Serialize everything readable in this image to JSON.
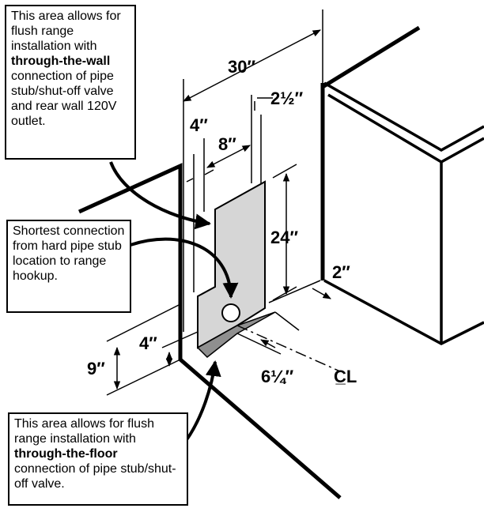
{
  "callouts": {
    "wall": {
      "before": "This area allows for flush range installation with",
      "bold": "through-the-wall",
      "after": "connection of pipe stub/shut-off valve and rear wall 120V outlet."
    },
    "shortest": {
      "text": "Shortest connection from hard pipe stub location to range hookup."
    },
    "floor": {
      "before": "This area allows for flush range installation with",
      "bold": "through-the-floor",
      "after": "connection of pipe stub/shut-off valve."
    }
  },
  "dimensions": {
    "overall_width": "30″",
    "left_offset": "4″",
    "area_width": "8″",
    "right_offset": "2½″",
    "area_height": "24″",
    "side_gap": "2″",
    "floor_height": "9″",
    "floor_offset": "4″",
    "floor_depth": "6¼″",
    "centerline": "C̲L"
  },
  "colors": {
    "shade": "#d6d6d6",
    "line": "#000000"
  }
}
